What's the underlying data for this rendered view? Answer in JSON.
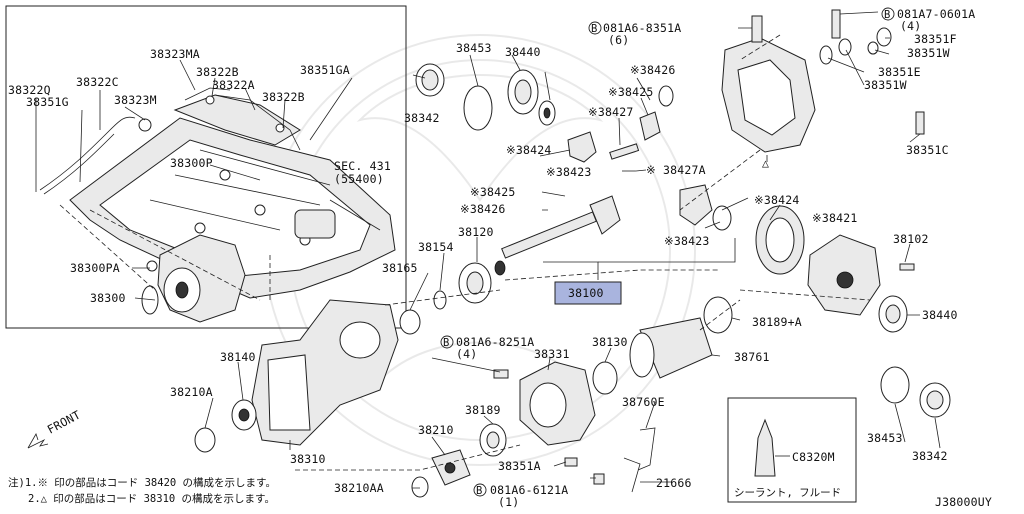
{
  "callouts": {
    "c38322q": "38322Q",
    "c38351g": "38351G",
    "c38322c": "38322C",
    "c38323m": "38323M",
    "c38323ma": "38323MA",
    "c38322b1": "38322B",
    "c38322a": "38322A",
    "c38322b2": "38322B",
    "c38351ga": "38351GA",
    "c38300p": "38300P",
    "sec431": "SEC. 431",
    "sec431b": "(55400)",
    "c38300pa": "38300PA",
    "c38300": "38300",
    "c38342a": "38342",
    "c38453a": "38453",
    "c38440a": "38440",
    "c38424a": "※38424",
    "c38426a": "※38426",
    "c38425a": "※38425",
    "c38427": "※38427",
    "c38423a": "※38423",
    "c38427a": "※ 38427A",
    "c38425b": "※38425",
    "c38426b": "※38426",
    "c38120": "38120",
    "c38154": "38154",
    "c38165": "38165",
    "c38100": "38100",
    "c38424b": "※38424",
    "c38423b": "※38423",
    "c38421": "※38421",
    "c38102": "38102",
    "c38440b": "38440",
    "c38189a": "38189+A",
    "c38140": "38140",
    "c38210a": "38210A",
    "c38310": "38310",
    "c0816a1": "081A6-8251A",
    "c0816a1q": "(4)",
    "c38331": "38331",
    "c38130": "38130",
    "c38761": "38761",
    "c38189": "38189",
    "c38210": "38210",
    "c38760e": "38760E",
    "c38351a": "38351A",
    "c0816a2": "081A6-6121A",
    "c0816a2q": "(1)",
    "c21666": "21666",
    "c38210aa": "38210AA",
    "c0816a3": "081A6-8351A",
    "c0816a3q": "(6)",
    "c0817a": "081A7-0601A",
    "c0817aq": "(4)",
    "c38351f": "38351F",
    "c38351w1": "38351W",
    "c38351e": "38351E",
    "c38351w2": "38351W",
    "c38351c": "38351C",
    "c38453b": "38453",
    "c38342b": "38342",
    "c8320m": "C8320M",
    "sealant": "シーラント, フルード",
    "bolt_symbol": "B",
    "triangle_symbol": "△",
    "front": "FRONT"
  },
  "notes": {
    "note1": "注)1.※ 印の部品はコード 38420 の構成を示します。",
    "note2": "2.△ 印の部品はコード 38310 の構成を示します。"
  },
  "diagram_id": "J38000UY",
  "highlight_color": "#a9b4de"
}
